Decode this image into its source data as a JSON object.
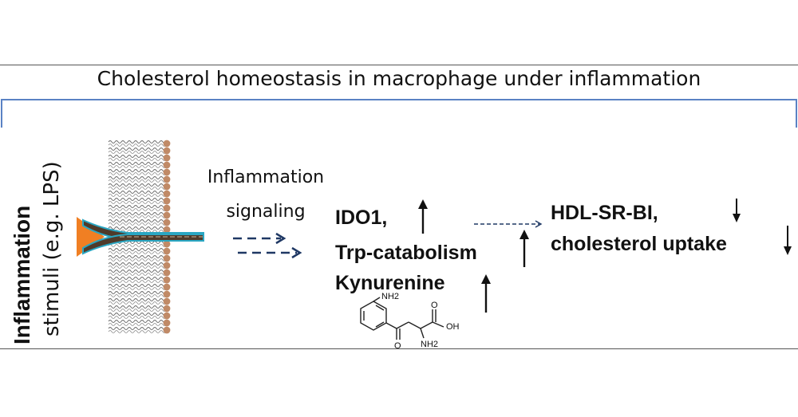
{
  "header": {
    "title": "Cholesterol homeostasis in macrophage under inflammation"
  },
  "stimulus": {
    "title": "Inflammation",
    "subtitle": "stimuli (e.g. LPS)"
  },
  "signaling": {
    "line1": "Inflammation",
    "line2": "signaling"
  },
  "tryptophan": {
    "ido1": "IDO1,",
    "trp": "Trp-catabolism",
    "kynurenine": "Kynurenine",
    "structure_labels": {
      "nh2_top": "NH2",
      "nh2_bottom": "NH2",
      "oh": "OH",
      "o_left": "O",
      "o_right": "O"
    }
  },
  "cholesterol": {
    "hdl": "HDL-SR-BI,",
    "uptake": "cholesterol uptake"
  },
  "colors": {
    "bracket": "#5a82c4",
    "dash_arrow": "#1f3864",
    "receptor_orange": "#f07f23",
    "receptor_body": "#4f3a2a",
    "receptor_outline": "#2aa6c2",
    "lipid_head": "#c08a67",
    "rule": "#555555"
  },
  "icons": {
    "up": "arrow-up-icon",
    "down": "arrow-down-icon"
  }
}
